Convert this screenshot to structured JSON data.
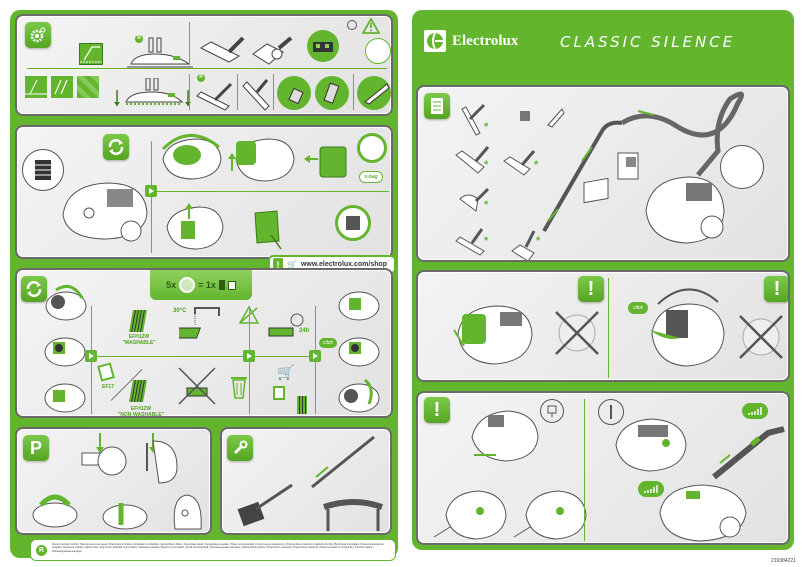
{
  "brand": {
    "name": "Electrolux",
    "model": "CLASSIC SILENCE"
  },
  "colors": {
    "accent": "#63b52e",
    "panel_border": "#6a6a6a",
    "panel_bg": "#ececec"
  },
  "left_page": {
    "panels": [
      {
        "id": "nozzles",
        "badge_icon": "gear-icon",
        "rows": [
          {
            "floor_icons": [
              "carpet-icon"
            ],
            "nozzle": "combination-nozzle-brush-up",
            "registered_mark": "R",
            "accessories": [
              "turbo-nozzle",
              "parquet-turbo-nozzle",
              "turbo-brush-detail"
            ]
          },
          {
            "floor_icons": [
              "hard-floor-icon",
              "wood-floor-icon",
              "tile-floor-icon"
            ],
            "nozzle": "combination-nozzle-brush-down",
            "registered_mark": "R",
            "accessories": [
              "parquet-nozzle",
              "hard-floor-nozzle",
              "dusting-brush",
              "combi-tool",
              "crevice-tool"
            ]
          }
        ],
        "warning_icons": [
          "turbo-label-icon",
          "warning-triangle-icon"
        ]
      },
      {
        "id": "dustbag-replacement",
        "badge_icon": "replace-cycle-icon",
        "indicator_label": "bag-full-indicator",
        "sbag_label": "s-bag",
        "steps": [
          "open-lid",
          "lift-bag-holder",
          "remove-bag",
          "insert-new-bag",
          "fold-bag",
          "replace-filter"
        ]
      },
      {
        "id": "filter-cleaning",
        "badge_icon": "replace-cycle-icon",
        "ratio": {
          "left": "5x",
          "equals": "= 1x"
        },
        "temperature": "30°C",
        "dry_time": "24h",
        "click_label": "click",
        "filters": [
          {
            "code": "EFH12W",
            "type": "\"WASHABLE\""
          },
          {
            "code": "EF17",
            "type": ""
          },
          {
            "code": "EFH12W",
            "type": "\"NON-WASHABLE\""
          }
        ]
      },
      {
        "id": "parking-storage",
        "badge_label": "P"
      },
      {
        "id": "maintenance",
        "badge_icon": "wrench-icon"
      }
    ],
    "shop": {
      "url": "www.electrolux.com/shop"
    },
    "legend": {
      "mark": "R",
      "text": "Recommended nozzle | Препоръчителна дюза | Doporučená hubice | Anbefalet mundstykke | Empfohlene Düse | Soovitatav otsak | Suositeltava suulake | Buse recommandée | Συνιστώμενο ακροφύσιο | Preporučena mlaznica | Ajánlott szívófej | Bocchetta consigliata | Rekomenduojamas antgalis | Ieteicamā uzgalis | Aanbevolen zuigmond | Anbefalt munnstykke | Zalecana ssawka | Bocal recomendado | Duză recomandată | Рекомендуемая насадка | Odporúčaná hubica | Priporočeni nastavek | Preporučeni nastavak | Rekommenderat munstycke | Önerilen başlık | Рекомендована насадка"
    }
  },
  "right_page": {
    "panels": [
      {
        "id": "parts-overview",
        "badge_icon": "checklist-icon",
        "optional_mark": "*"
      },
      {
        "id": "bag-check-warning",
        "badge_icon": "exclamation-icon",
        "click_label": "click"
      },
      {
        "id": "cord-power",
        "badge_icon": "exclamation-icon",
        "icons": [
          "plug-icon",
          "power-button-icon"
        ],
        "suction_icons": [
          "suction-level-icon",
          "suction-level-icon"
        ]
      }
    ],
    "part_number": "219384221"
  }
}
